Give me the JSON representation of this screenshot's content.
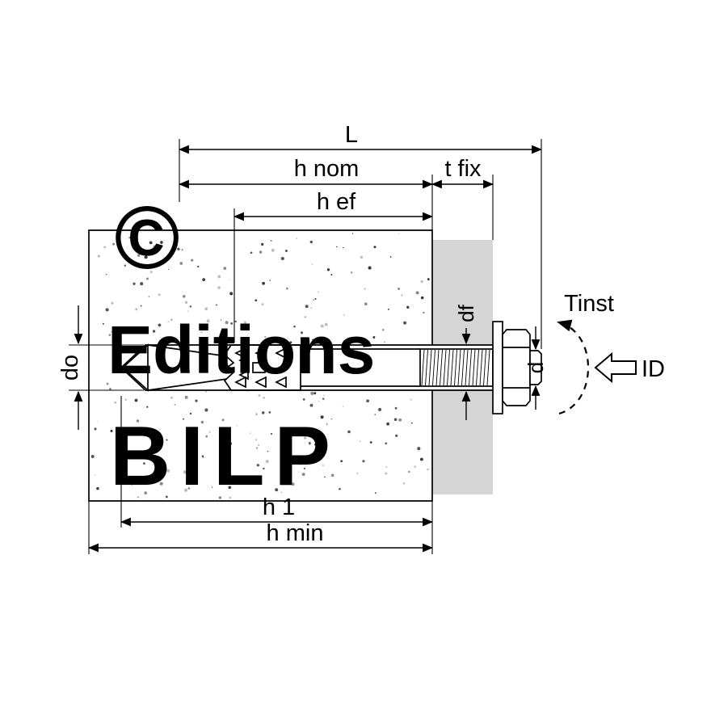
{
  "diagram": {
    "dimension_labels": {
      "total_length": "L",
      "nominal_embedment": "h nom",
      "effective_embedment": "h ef",
      "fixture_thickness": "t fix",
      "fixture_hole_diameter": "df",
      "drill_hole_diameter": "do",
      "bolt_diameter": "d",
      "drill_hole_depth": "h 1",
      "min_base_thickness": "h min",
      "installation_torque": "Tinst",
      "installation_direction": "ID"
    },
    "watermark": {
      "copyright": "©",
      "line1": "Editions",
      "line2": "BILP"
    },
    "colors": {
      "line": "#000000",
      "background": "#ffffff",
      "fixture_fill": "#d5d5d5",
      "watermark": "#dedede"
    }
  }
}
